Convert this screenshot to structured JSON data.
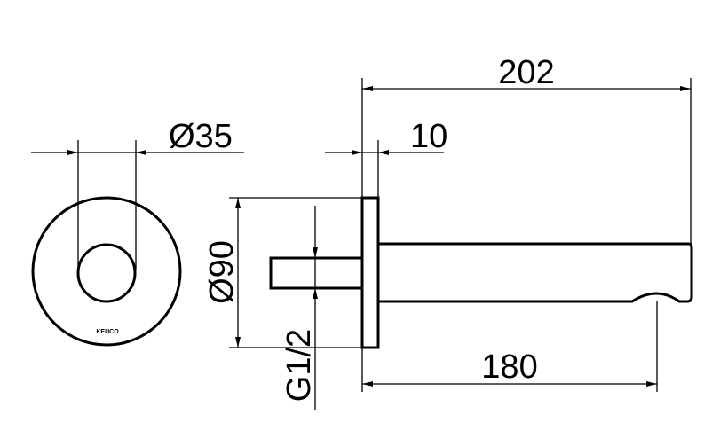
{
  "dimensions": {
    "overall_length": "202",
    "flange_thickness": "10",
    "inner_diameter": "Ø35",
    "rosette_diameter": "Ø90",
    "thread": "G1/2",
    "spout_outlet_distance": "180"
  },
  "logo": "KEUCO"
}
